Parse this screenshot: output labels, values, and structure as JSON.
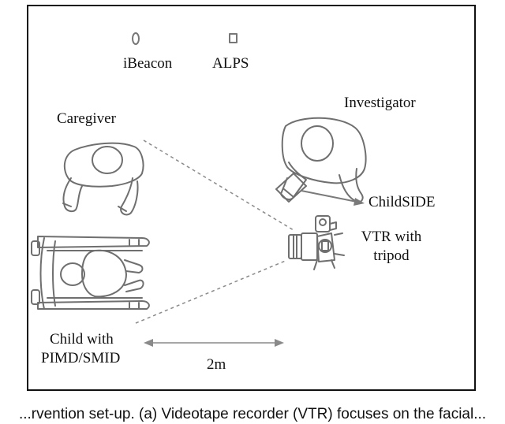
{
  "legend": {
    "ibeacon": "iBeacon",
    "alps": "ALPS"
  },
  "labels": {
    "caregiver": "Caregiver",
    "investigator": "Investigator",
    "childside": "ChildSIDE",
    "vtr_line1": "VTR with",
    "vtr_line2": "tripod",
    "child_line1": "Child with",
    "child_line2": "PIMD/SMID",
    "distance": "2m"
  },
  "caption": "...rvention set-up. (a) Videotape recorder (VTR) focuses on the facial..."
}
